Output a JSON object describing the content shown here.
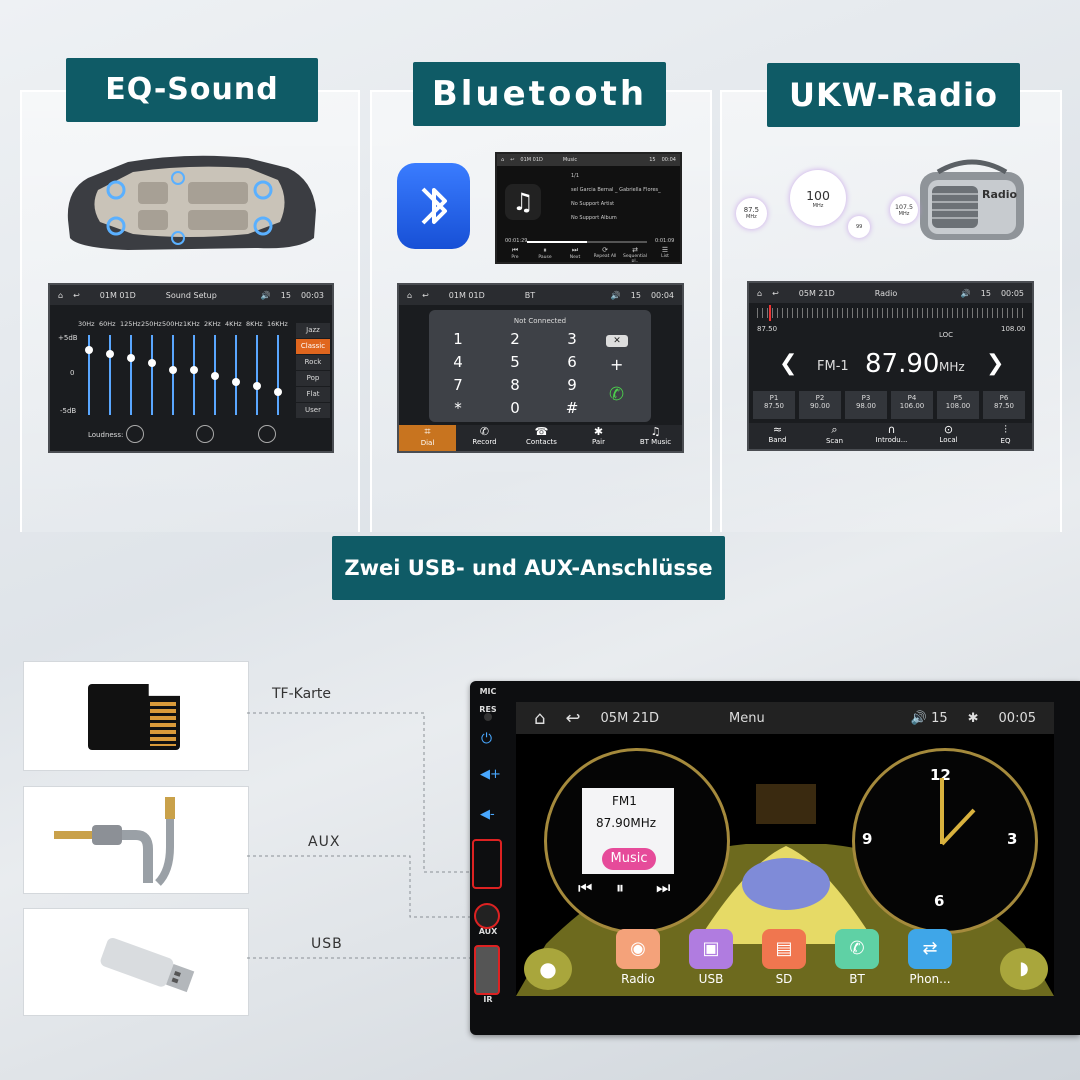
{
  "eq": {
    "title": "EQ-Sound",
    "status_date": "01M 01D",
    "status_title": "Sound Setup",
    "status_volume": "15",
    "status_time": "00:03",
    "freqs": [
      "30Hz",
      "60Hz",
      "125Hz",
      "250Hz",
      "500Hz",
      "1KHz",
      "2KHz",
      "4KHz",
      "8KHz",
      "16KHz"
    ],
    "levels": [
      0.85,
      0.8,
      0.75,
      0.68,
      0.58,
      0.58,
      0.5,
      0.42,
      0.37,
      0.28
    ],
    "db_top": "+5dB",
    "db_mid": "0",
    "db_bot": "-5dB",
    "presets": [
      "Jazz",
      "Classic",
      "Rock",
      "Pop",
      "Flat",
      "User"
    ],
    "preset_active": "Classic",
    "loudness_label": "Loudness:"
  },
  "bt": {
    "title": "Bluetooth",
    "music": {
      "date": "01M 01D",
      "title": "Music",
      "volume": "15",
      "time": "00:04",
      "track_index": "1/1",
      "track": "sel Garcia Bernal _ Gabriella Flores_",
      "artist": "No Support Artist",
      "album": "No Support Album",
      "pos": "00:01:29",
      "dur": "0:01:09",
      "controls": [
        "Pre",
        "Pause",
        "Next",
        "Repeat All",
        "Sequential pl..",
        "List"
      ]
    },
    "dial": {
      "date": "01M 01D",
      "title": "BT",
      "volume": "15",
      "time": "00:04",
      "status": "Not Connected",
      "keys": [
        "1",
        "2",
        "3",
        "4",
        "5",
        "6",
        "7",
        "8",
        "9",
        "*",
        "0",
        "#"
      ],
      "tabs": [
        "Dial",
        "Record",
        "Contacts",
        "Pair",
        "BT Music"
      ]
    }
  },
  "radio": {
    "title": "UKW-Radio",
    "freq_badges": [
      "87.5",
      "100",
      "99",
      "107.5"
    ],
    "badge_unit": "MHz",
    "radio_label": "Radio",
    "date": "05M 21D",
    "screen_title": "Radio",
    "volume": "15",
    "time": "00:05",
    "scale_min": "87.50",
    "scale_max": "108.00",
    "loc": "LOC",
    "band": "FM-1",
    "freq": "87.90",
    "unit": "MHz",
    "presets": [
      {
        "name": "P1",
        "freq": "87.50"
      },
      {
        "name": "P2",
        "freq": "90.00"
      },
      {
        "name": "P3",
        "freq": "98.00"
      },
      {
        "name": "P4",
        "freq": "106.00"
      },
      {
        "name": "P5",
        "freq": "108.00"
      },
      {
        "name": "P6",
        "freq": "87.50"
      }
    ],
    "bottom": [
      "Band",
      "Scan",
      "Introdu...",
      "Local",
      "EQ"
    ]
  },
  "usb_banner": "Zwei USB- und AUX-Anschlüsse",
  "ports": {
    "tf_label": "TF-Karte",
    "aux_label": "AUX",
    "usb_label": "USB"
  },
  "unit": {
    "side_labels": [
      "MIC",
      "RES",
      "AUX",
      "IR"
    ],
    "date": "05M 21D",
    "title": "Menu",
    "volume": "15",
    "time": "00:05",
    "music_band": "FM1",
    "music_freq": "87.90MHz",
    "music_word": "Music",
    "clock_12": "12",
    "clock_3": "3",
    "clock_6": "6",
    "clock_9": "9",
    "apps": [
      {
        "label": "Radio",
        "color": "#f4a27a"
      },
      {
        "label": "USB",
        "color": "#b07ce0"
      },
      {
        "label": "SD",
        "color": "#f0764f"
      },
      {
        "label": "BT",
        "color": "#5fd1a5"
      },
      {
        "label": "Phon...",
        "color": "#3fa6e8"
      }
    ]
  }
}
